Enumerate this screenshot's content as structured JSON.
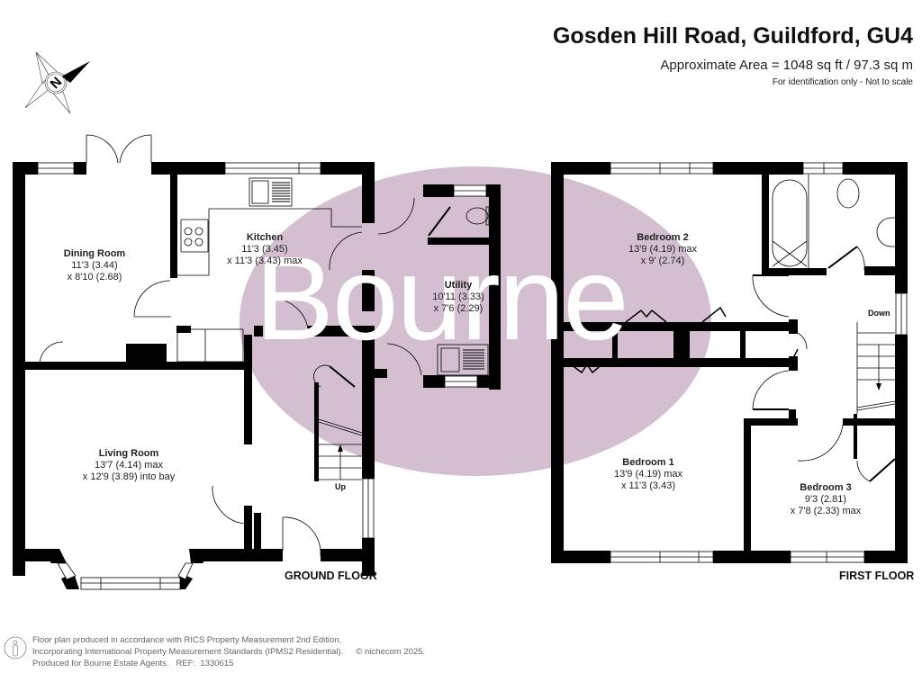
{
  "header": {
    "title": "Gosden Hill Road, Guildford, GU4",
    "area": "Approximate Area = 1048 sq ft / 97.3 sq m",
    "disclaimer": "For identification only - Not to scale"
  },
  "compass": {
    "icon": "compass-north-icon",
    "letter": "N"
  },
  "watermark": {
    "text": "Bourne",
    "ellipse_color": "#d3bfd0"
  },
  "ground_floor": {
    "label": "GROUND FLOOR",
    "stairs_label": "Up",
    "rooms": [
      {
        "name": "Dining Room",
        "dim1": "11'3 (3.44)",
        "dim2": "x 8'10 (2.68)"
      },
      {
        "name": "Kitchen",
        "dim1": "11'3 (3.45)",
        "dim2": "x 11'3 (3.43) max"
      },
      {
        "name": "Utility",
        "dim1": "10'11 (3.33)",
        "dim2": "x 7'6 (2.29)"
      },
      {
        "name": "Living Room",
        "dim1": "13'7 (4.14) max",
        "dim2": "x 12'9 (3.89) into bay"
      }
    ]
  },
  "first_floor": {
    "label": "FIRST FLOOR",
    "stairs_label": "Down",
    "rooms": [
      {
        "name": "Bedroom 2",
        "dim1": "13'9 (4.19) max",
        "dim2": "x 9' (2.74)"
      },
      {
        "name": "Bedroom 1",
        "dim1": "13'9 (4.19) max",
        "dim2": "x 11'3 (3.43)"
      },
      {
        "name": "Bedroom 3",
        "dim1": "9'3 (2.81)",
        "dim2": "x 7'8 (2.33) max"
      }
    ]
  },
  "footer": {
    "icon": "person-icon",
    "line1": "Floor plan produced in accordance with RICS Property Measurement 2nd Edition,",
    "line2": "Incorporating International Property Measurement Standards (IPMS2 Residential).",
    "copyright": "© nichecom 2025.",
    "line3": "Produced for Bourne Estate Agents.   REF:  1330615"
  },
  "colors": {
    "wall": "#000000",
    "watermark": "#d3bfd0",
    "text": "#111111",
    "footer_text": "#666666"
  }
}
